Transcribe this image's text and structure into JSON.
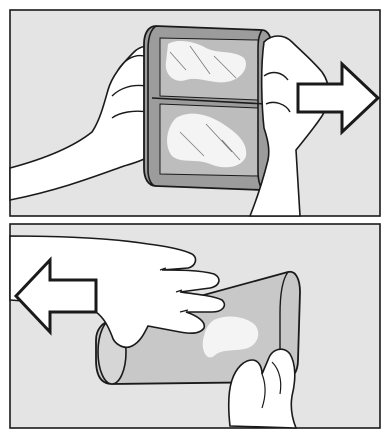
{
  "figure": {
    "panels": [
      {
        "name": "top-panel",
        "arrow_direction": "right"
      },
      {
        "name": "bottom-panel",
        "arrow_direction": "left"
      }
    ],
    "colors": {
      "panel_bg": "#e4e4e4",
      "line": "#1a1a1a",
      "skin": "#ffffff",
      "filter_fill": "#9c9c9c",
      "filter_mesh": "#bdbdbd",
      "fluff": "#f4f4f4",
      "arrow_fill": "#ffffff",
      "bottom_filter_fill": "#c8c8c8"
    }
  }
}
